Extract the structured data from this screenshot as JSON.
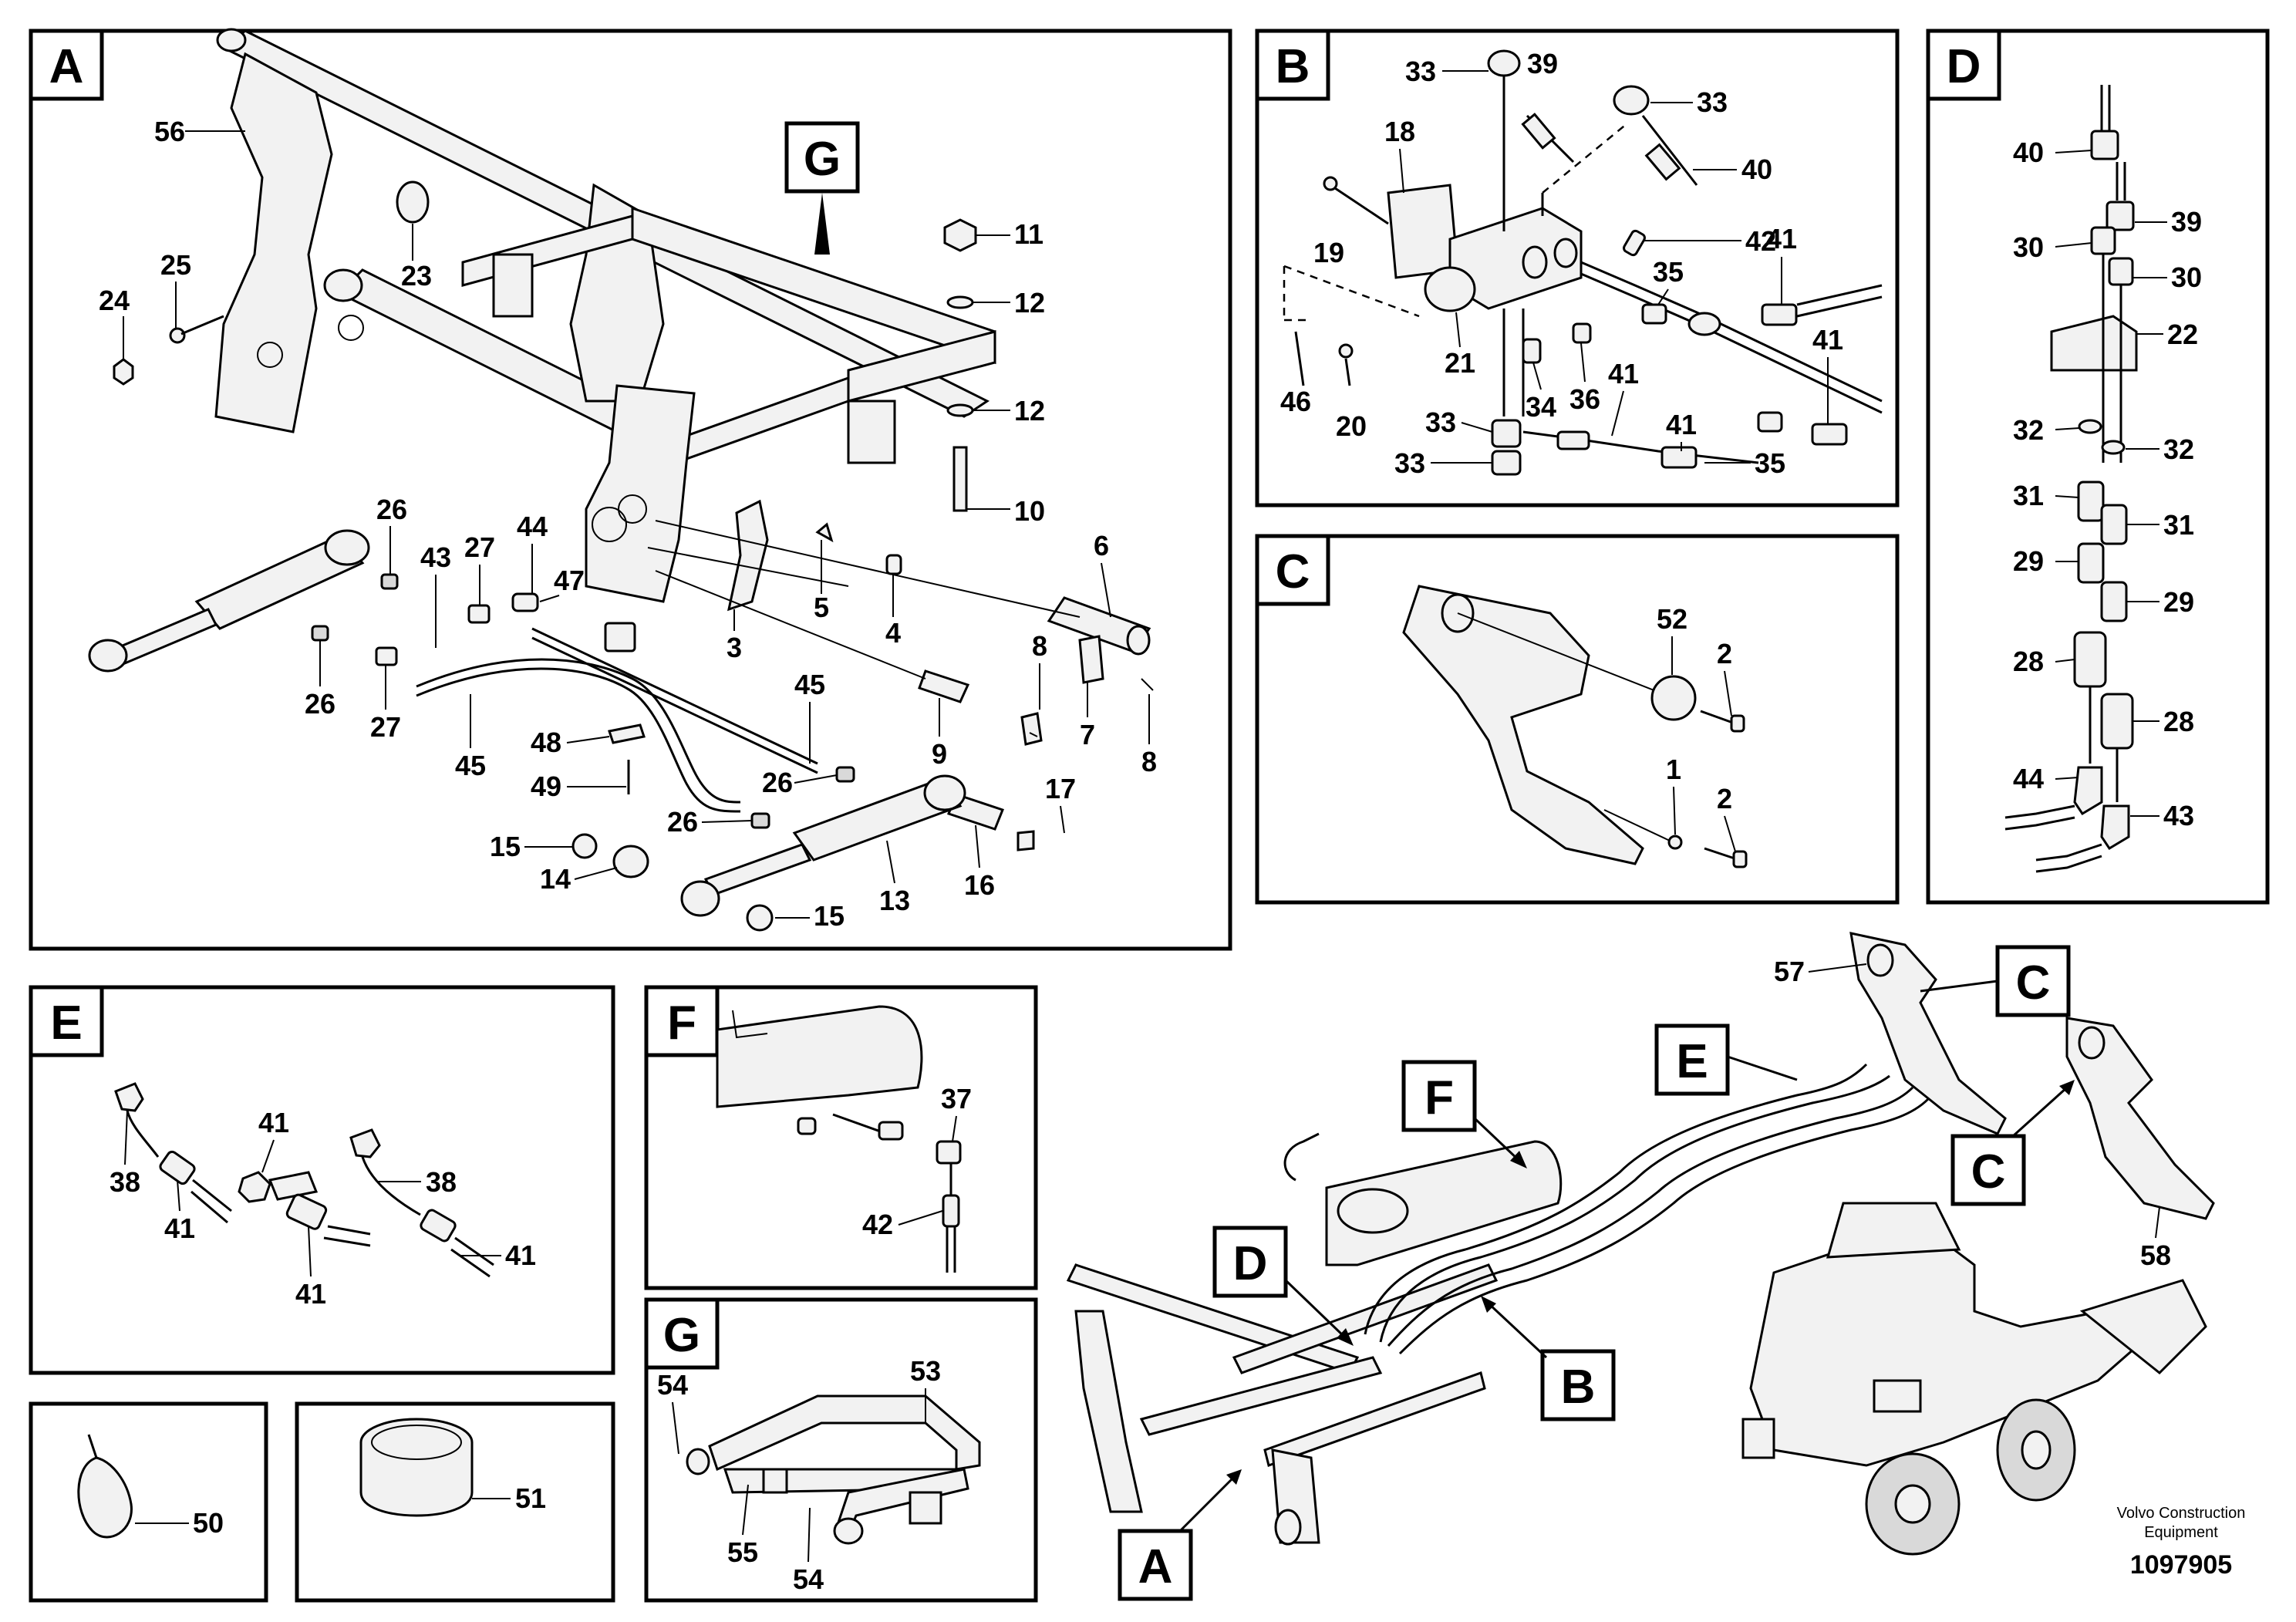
{
  "panels": {
    "A": "A",
    "B": "B",
    "C": "C",
    "D": "D",
    "E": "E",
    "F": "F",
    "G": "G"
  },
  "overview_labels": [
    "A",
    "B",
    "C",
    "C",
    "D",
    "E",
    "F"
  ],
  "callout_G_in_A": "G",
  "parts_A": [
    "56",
    "25",
    "24",
    "23",
    "11",
    "12",
    "12",
    "10",
    "26",
    "43",
    "27",
    "44",
    "47",
    "6",
    "5",
    "4",
    "3",
    "26",
    "27",
    "45",
    "48",
    "49",
    "8",
    "9",
    "7",
    "8",
    "45",
    "26",
    "26",
    "17",
    "15",
    "14",
    "13",
    "16",
    "15"
  ],
  "parts_B": [
    "33",
    "39",
    "33",
    "18",
    "40",
    "19",
    "42",
    "41",
    "35",
    "41",
    "21",
    "46",
    "20",
    "33",
    "34",
    "36",
    "41",
    "41",
    "33",
    "35"
  ],
  "parts_C": [
    "52",
    "2",
    "1",
    "2"
  ],
  "parts_D": [
    "40",
    "39",
    "30",
    "30",
    "22",
    "32",
    "32",
    "31",
    "31",
    "29",
    "29",
    "28",
    "28",
    "44",
    "43"
  ],
  "parts_E": [
    "41",
    "38",
    "38",
    "41",
    "41",
    "41"
  ],
  "parts_F": [
    "37",
    "42"
  ],
  "parts_G": [
    "54",
    "53",
    "55",
    "54"
  ],
  "parts_clamps": [
    "50",
    "51"
  ],
  "parts_overview": [
    "57",
    "58"
  ],
  "credit": {
    "line1": "Volvo Construction",
    "line2": "Equipment"
  },
  "doc_number": "1097905"
}
